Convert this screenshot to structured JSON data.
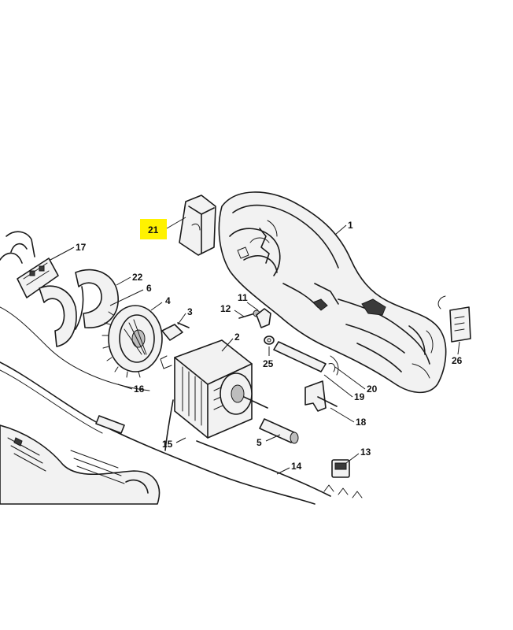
{
  "highlight_color": "#fff200",
  "highlighted_part": "21",
  "callouts": [
    {
      "label": "1"
    },
    {
      "label": "2"
    },
    {
      "label": "3"
    },
    {
      "label": "4"
    },
    {
      "label": "5"
    },
    {
      "label": "6"
    },
    {
      "label": "11"
    },
    {
      "label": "12"
    },
    {
      "label": "13"
    },
    {
      "label": "14"
    },
    {
      "label": "15"
    },
    {
      "label": "16"
    },
    {
      "label": "17"
    },
    {
      "label": "18"
    },
    {
      "label": "19"
    },
    {
      "label": "20"
    },
    {
      "label": "21"
    },
    {
      "label": "22"
    },
    {
      "label": "25"
    },
    {
      "label": "26"
    }
  ]
}
